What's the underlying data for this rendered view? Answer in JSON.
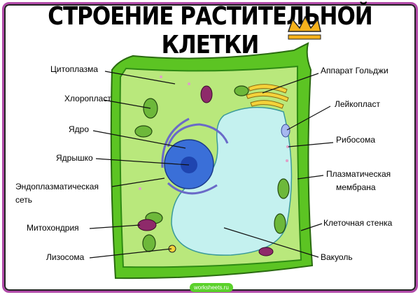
{
  "title": "СТРОЕНИЕ РАСТИТЕЛЬНОЙ КЛЕТКИ",
  "watermark": "worksheets.ru",
  "labels": {
    "cytoplasm": "Цитоплазма",
    "chloroplast": "Хлоропласт",
    "nucleus": "Ядро",
    "nucleolus": "Ядрышко",
    "er_1": "Эндоплазматическая",
    "er_2": "сеть",
    "mitochondria": "Митохондрия",
    "lysosome": "Лизосома",
    "golgi": "Аппарат Гольджи",
    "leucoplast": "Лейкопласт",
    "ribosome": "Рибосома",
    "membrane_1": "Плазматическая",
    "membrane_2": "мембрана",
    "cell_wall": "Клеточная стенка",
    "vacuole": "Вакуоль"
  },
  "colors": {
    "wall": "#4cbb17",
    "cytoplasm": "#b9e87c",
    "vacuole": "#c4f1ef",
    "nucleus": "#3a6fd8",
    "nucleolus": "#1f45b0",
    "mitochondria": "#8e2a6a",
    "golgi": "#f4d23a",
    "crown": "#f6b21c",
    "frame": "#b04aa8"
  }
}
